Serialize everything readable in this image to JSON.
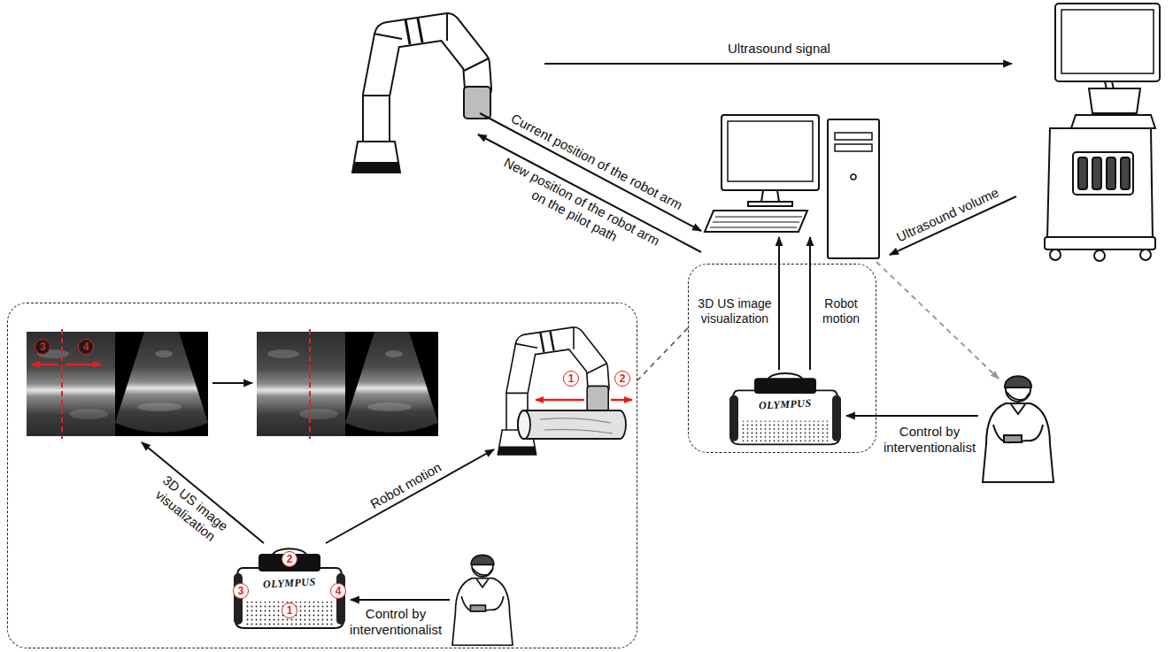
{
  "diagram": {
    "nodes": [
      {
        "text": [
          "3D US image visualization",
          "Robot motion"
        ]
      },
      {
        "text": [
          "OLYMPUS"
        ],
        "in": 0
      },
      {
        "text": [
          "3D US image visualization",
          "Robot motion",
          "Control by interventionalist"
        ]
      },
      {
        "text": [
          "OLYMPUS"
        ],
        "in": 2
      }
    ],
    "edges": [
      {
        "from": 0,
        "to": 2,
        "arrow": "none"
      }
    ],
    "labels": [
      "Ultrasound signal",
      "Current position of the robot arm",
      "New position of the robot arm on the pilot path",
      "Ultrasound volume",
      "Control by interventionalist",
      "3",
      "4",
      "1",
      "2",
      "2",
      "3",
      "4",
      "1"
    ]
  }
}
